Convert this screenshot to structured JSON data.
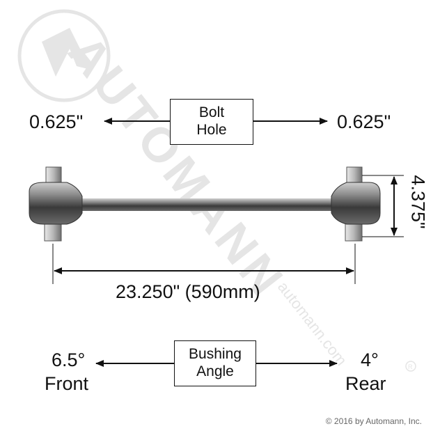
{
  "watermark": {
    "brand": "AUTOMANN",
    "site": "automann.com"
  },
  "bolt_hole": {
    "label_line1": "Bolt",
    "label_line2": "Hole",
    "left_value": "0.625\"",
    "right_value": "0.625\""
  },
  "height_dim": "4.375\"",
  "length_dim": "23.250\" (590mm)",
  "bushing_angle": {
    "label_line1": "Bushing",
    "label_line2": "Angle",
    "front_value": "6.5°",
    "front_label": "Front",
    "rear_value": "4°",
    "rear_label": "Rear"
  },
  "copyright": "© 2016 by Automann, Inc."
}
